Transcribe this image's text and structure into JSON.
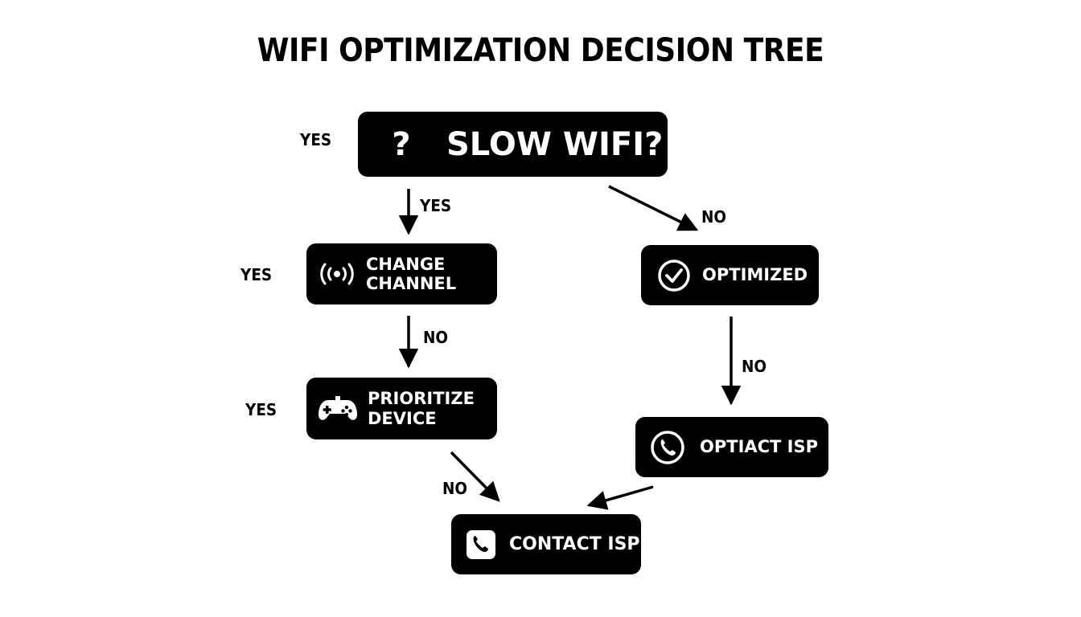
{
  "title": "WIFI OPTIMIZATION DECISION TREE",
  "nodes": {
    "start": {
      "label": "SLOW WIFI?",
      "icon": "question-icon",
      "glyph": "?"
    },
    "change_channel": {
      "label_line1": "CHANGE",
      "label_line2": "CHANNEL",
      "icon": "wifi-signal-icon"
    },
    "prioritize_device": {
      "label_line1": "PRIORITIZE",
      "label_line2": "DEVICE",
      "icon": "gamepad-icon"
    },
    "optimized": {
      "label": "OPTIMIZED",
      "icon": "check-circle-icon"
    },
    "optiact_isp": {
      "label": "OPTIACT ISP",
      "icon": "phone-circle-icon"
    },
    "contact_isp": {
      "label": "CONTACT ISP",
      "icon": "phone-square-icon"
    }
  },
  "side_labels": {
    "start": "YES",
    "change_channel": "YES",
    "prioritize_device": "YES"
  },
  "edges": [
    {
      "from": "start",
      "to": "change_channel",
      "label": "YES"
    },
    {
      "from": "start",
      "to": "optimized",
      "label": "NO"
    },
    {
      "from": "change_channel",
      "to": "prioritize_device",
      "label": "NO"
    },
    {
      "from": "optimized",
      "to": "optiact_isp",
      "label": "NO"
    },
    {
      "from": "prioritize_device",
      "to": "contact_isp",
      "label": "NO"
    },
    {
      "from": "optiact_isp",
      "to": "contact_isp",
      "label": ""
    }
  ],
  "colors": {
    "node_fill": "#000000",
    "node_text": "#ffffff",
    "background": "#ffffff",
    "ink": "#000000"
  }
}
